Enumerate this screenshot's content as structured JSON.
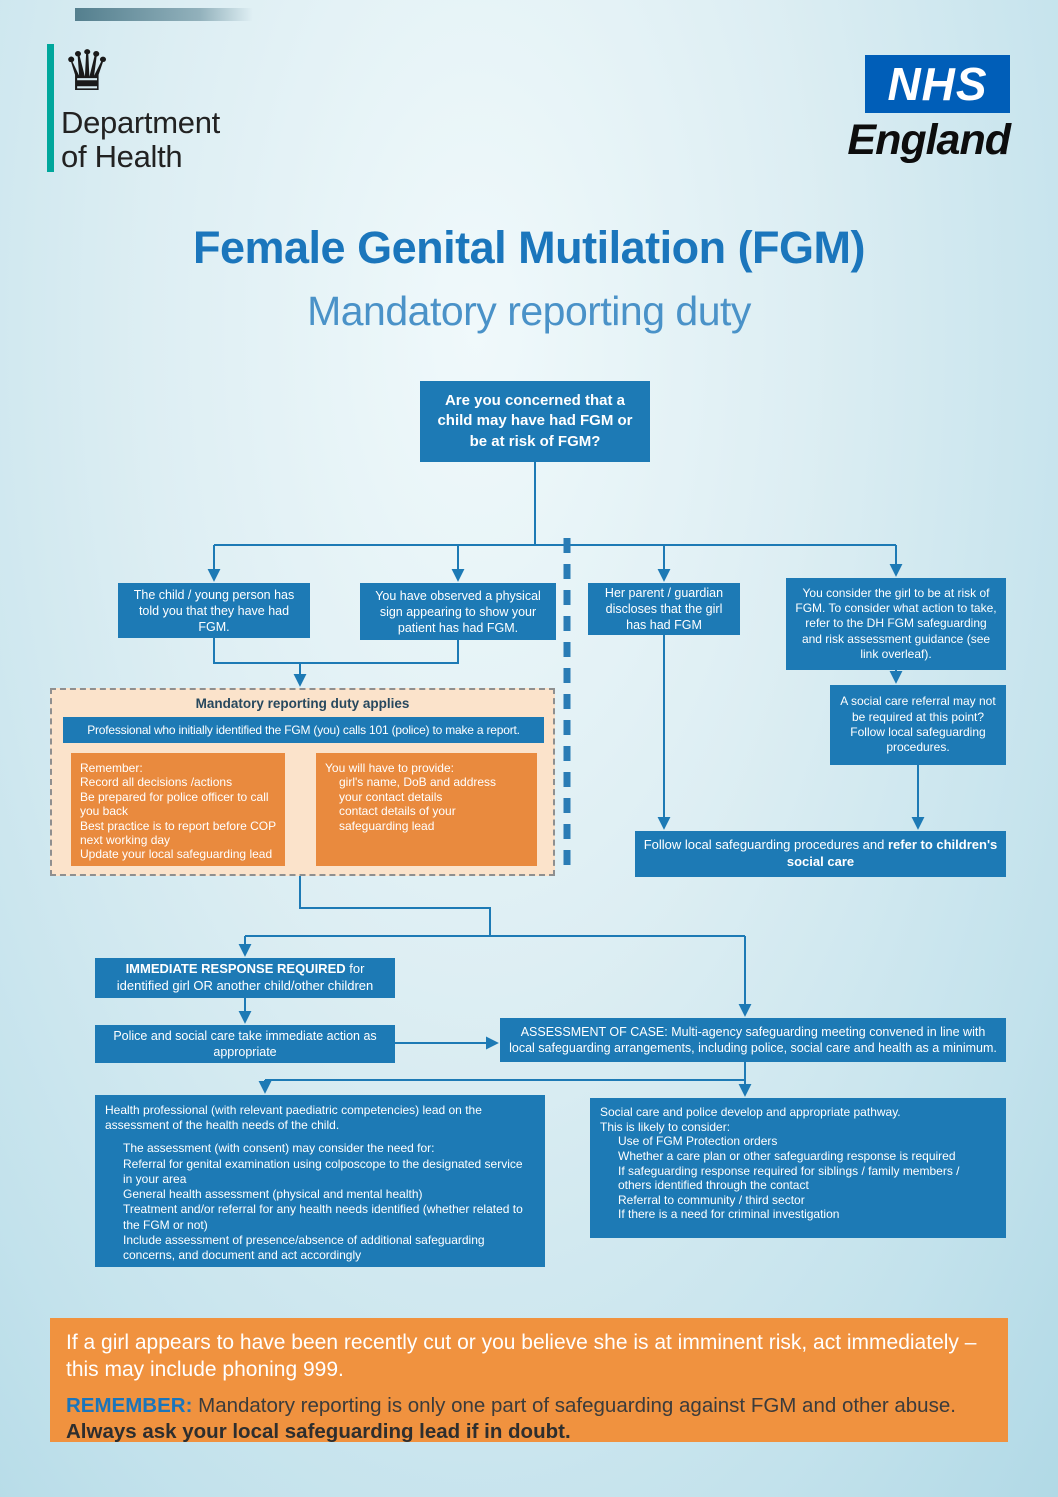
{
  "header": {
    "crown_icon": "♛",
    "doh_line1": "Department",
    "doh_line2": "of Health",
    "nhs_logo": "NHS",
    "nhs_sub": "England"
  },
  "title": {
    "main": "Female Genital Mutilation (FGM)",
    "sub": "Mandatory reporting duty"
  },
  "flowchart": {
    "start": "Are you concerned that a child may have had FGM or be at risk of FGM?",
    "branches": {
      "child_told": "The child / young person has told you that they have had FGM.",
      "observed_sign": "You have observed a physical sign appearing to show your patient has had FGM.",
      "parent_discloses": "Her parent / guardian discloses that the girl has had FGM",
      "girl_at_risk": "You consider the girl to be at risk of FGM. To consider what action to take, refer to the DH FGM safeguarding and risk assessment guidance (see link overleaf)."
    },
    "social_care_referral": "A social care referral may not be required at this point? Follow local safeguarding procedures.",
    "mandatory": {
      "label": "Mandatory  reporting duty applies",
      "call_police": "Professional who initially identified the FGM (you) calls 101 (police) to make a report.",
      "remember_title": "Remember:",
      "remember_items": "Record all decisions /actions\nBe prepared for police officer to call you back\nBest practice is to report before COP next working day\nUpdate your local safeguarding lead",
      "provide_title": "You will have to provide:",
      "provide_items": "girl's name, DoB and address\nyour contact details\ncontact details of your safeguarding lead"
    },
    "follow_local_prefix": "Follow local safeguarding procedures and ",
    "follow_local_bold": "refer to children's social care",
    "immediate_bold": "IMMEDIATE RESPONSE REQUIRED",
    "immediate_rest": " for identified girl OR another child/other children",
    "police_action": "Police and social care take immediate action as appropriate",
    "assessment": "ASSESSMENT OF CASE: Multi-agency safeguarding meeting convened in line with local safeguarding arrangements, including police, social care and health as a minimum.",
    "health": {
      "intro": "Health professional (with relevant paediatric competencies) lead on the assessment of the health needs of the child.",
      "list": "The assessment (with consent) may consider the need for:\nReferral for genital examination using colposcope to the designated service in your area\nGeneral health assessment (physical and mental health)\nTreatment and/or referral for any health needs identified (whether related to the FGM or not)\nInclude assessment of presence/absence of additional safeguarding concerns, and document and act accordingly"
    },
    "social": {
      "intro": "Social care and police develop and appropriate pathway.\nThis is likely to consider:",
      "list": "Use of FGM Protection orders\nWhether a care plan or other safeguarding response is required\nIf safeguarding response required for siblings / family members / others identified through the contact\nReferral to community / third sector\nIf there is a need for criminal investigation"
    }
  },
  "banner": {
    "line1": "If a girl appears to have been recently cut or you believe she is at imminent risk, act immediately – this may include phoning 999.",
    "remember_label": "REMEMBER:",
    "remember_text": " Mandatory reporting is only one part of safeguarding against FGM and other abuse.",
    "remember_bold": "Always ask your local safeguarding lead if in doubt."
  },
  "colors": {
    "box_blue": "#1d7ab5",
    "orange": "#e98a3e",
    "banner_orange": "#f0923f",
    "nhs_blue": "#005eb8",
    "title_blue": "#1b76bc",
    "doh_teal": "#00a79c",
    "peach_panel": "#fbe3cb"
  }
}
